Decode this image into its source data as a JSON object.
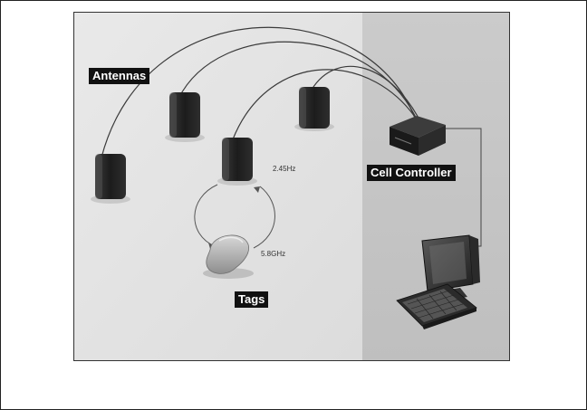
{
  "labels": {
    "antennas": "Antennas",
    "cell_controller": "Cell Controller",
    "tags": "Tags"
  },
  "frequencies": {
    "uplink": "2.45Hz",
    "downlink": "5.8GHz"
  },
  "icons": {
    "antenna": "antenna-icon",
    "tag": "tag-icon",
    "controller": "cell-controller-icon",
    "computer": "computer-monitor-icon",
    "keyboard": "keyboard-icon"
  },
  "colors": {
    "left_panel": "#e3e3e3",
    "right_panel": "#c6c6c6",
    "label_bg": "#111111",
    "label_text": "#ffffff",
    "device": "#2a2a2a"
  }
}
